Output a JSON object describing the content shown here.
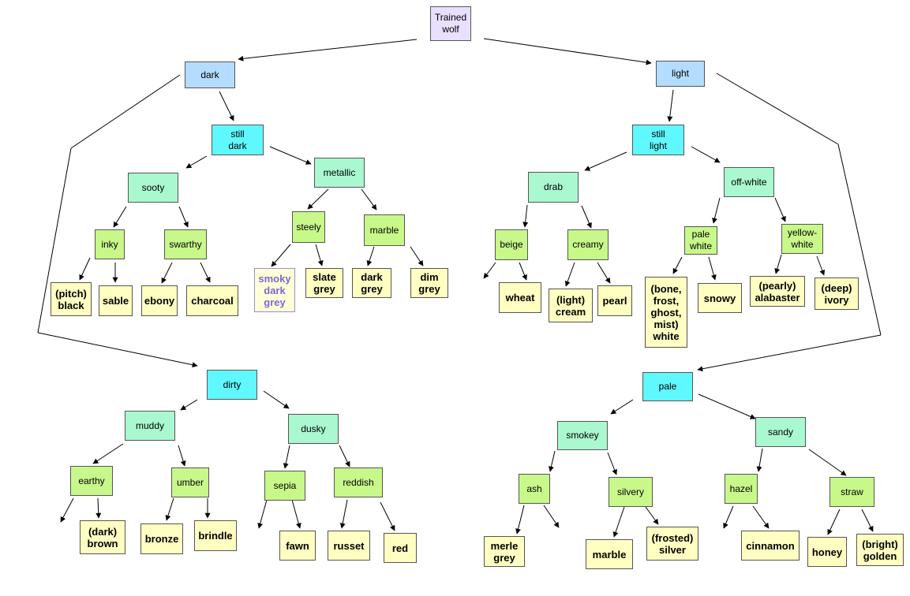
{
  "colors": {
    "root": "#e9e0ff",
    "level1": "#b3dcff",
    "level2": "#5ff8ff",
    "level3": "#aaf8cf",
    "level4": "#c8f88a",
    "leaf": "#ffffc2",
    "ghost": "#ffffd8",
    "edge": "#000000"
  },
  "nodes": [
    {
      "id": "root",
      "label": "Trained\nwolf",
      "level": "root"
    },
    {
      "id": "dark",
      "label": "dark",
      "level": "level1"
    },
    {
      "id": "light",
      "label": "light",
      "level": "level1"
    },
    {
      "id": "still_dark",
      "label": "still\ndark",
      "level": "level2"
    },
    {
      "id": "dirty",
      "label": "dirty",
      "level": "level2"
    },
    {
      "id": "still_light",
      "label": "still\nlight",
      "level": "level2"
    },
    {
      "id": "pale",
      "label": "pale",
      "level": "level2"
    },
    {
      "id": "sooty",
      "label": "sooty",
      "level": "level3"
    },
    {
      "id": "metallic",
      "label": "metallic",
      "level": "level3"
    },
    {
      "id": "muddy",
      "label": "muddy",
      "level": "level3"
    },
    {
      "id": "dusky",
      "label": "dusky",
      "level": "level3"
    },
    {
      "id": "drab",
      "label": "drab",
      "level": "level3"
    },
    {
      "id": "offwhite",
      "label": "off-white",
      "level": "level3"
    },
    {
      "id": "smokey",
      "label": "smokey",
      "level": "level3"
    },
    {
      "id": "sandy",
      "label": "sandy",
      "level": "level3"
    },
    {
      "id": "inky",
      "label": "inky",
      "level": "level4"
    },
    {
      "id": "swarthy",
      "label": "swarthy",
      "level": "level4"
    },
    {
      "id": "steely",
      "label": "steely",
      "level": "level4"
    },
    {
      "id": "marble_g",
      "label": "marble",
      "level": "level4"
    },
    {
      "id": "earthy",
      "label": "earthy",
      "level": "level4"
    },
    {
      "id": "umber",
      "label": "umber",
      "level": "level4"
    },
    {
      "id": "sepia",
      "label": "sepia",
      "level": "level4"
    },
    {
      "id": "reddish",
      "label": "reddish",
      "level": "level4"
    },
    {
      "id": "beige",
      "label": "beige",
      "level": "level4"
    },
    {
      "id": "creamy",
      "label": "creamy",
      "level": "level4"
    },
    {
      "id": "palewhite",
      "label": "pale\nwhite",
      "level": "level4"
    },
    {
      "id": "yellowwhite",
      "label": "yellow-\nwhite",
      "level": "level4"
    },
    {
      "id": "ash",
      "label": "ash",
      "level": "level4"
    },
    {
      "id": "silvery",
      "label": "silvery",
      "level": "level4"
    },
    {
      "id": "hazel",
      "label": "hazel",
      "level": "level4"
    },
    {
      "id": "straw",
      "label": "straw",
      "level": "level4"
    },
    {
      "id": "pitchblack",
      "label": "(pitch)\nblack",
      "level": "leaf"
    },
    {
      "id": "sable",
      "label": "sable",
      "level": "leaf"
    },
    {
      "id": "ebony",
      "label": "ebony",
      "level": "leaf"
    },
    {
      "id": "charcoal",
      "label": "charcoal",
      "level": "leaf"
    },
    {
      "id": "smokydarkgrey",
      "label": "smoky\ndark\ngrey",
      "level": "ghost"
    },
    {
      "id": "slategrey",
      "label": "slate\ngrey",
      "level": "leaf"
    },
    {
      "id": "darkgrey",
      "label": "dark\ngrey",
      "level": "leaf"
    },
    {
      "id": "dimgrey",
      "label": "dim\ngrey",
      "level": "leaf"
    },
    {
      "id": "darkbrown",
      "label": "(dark)\nbrown",
      "level": "leaf"
    },
    {
      "id": "bronze",
      "label": "bronze",
      "level": "leaf"
    },
    {
      "id": "brindle",
      "label": "brindle",
      "level": "leaf"
    },
    {
      "id": "fawn",
      "label": "fawn",
      "level": "leaf"
    },
    {
      "id": "russet",
      "label": "russet",
      "level": "leaf"
    },
    {
      "id": "red",
      "label": "red",
      "level": "leaf"
    },
    {
      "id": "wheat",
      "label": "wheat",
      "level": "leaf"
    },
    {
      "id": "lightcream",
      "label": "(light)\ncream",
      "level": "leaf"
    },
    {
      "id": "pearl",
      "label": "pearl",
      "level": "leaf"
    },
    {
      "id": "bonefrost",
      "label": "(bone,\nfrost,\nghost,\nmist)\nwhite",
      "level": "leaf"
    },
    {
      "id": "snowy",
      "label": "snowy",
      "level": "leaf"
    },
    {
      "id": "alabaster",
      "label": "(pearly)\nalabaster",
      "level": "leaf"
    },
    {
      "id": "ivory",
      "label": "(deep)\nivory",
      "level": "leaf"
    },
    {
      "id": "merlegrey",
      "label": "merle\ngrey",
      "level": "leaf"
    },
    {
      "id": "marble_y",
      "label": "marble",
      "level": "leaf"
    },
    {
      "id": "frostedsilver",
      "label": "(frosted)\nsilver",
      "level": "leaf"
    },
    {
      "id": "cinnamon",
      "label": "cinnamon",
      "level": "leaf"
    },
    {
      "id": "honey",
      "label": "honey",
      "level": "leaf"
    },
    {
      "id": "brightgolden",
      "label": "(bright)\ngolden",
      "level": "leaf"
    }
  ]
}
